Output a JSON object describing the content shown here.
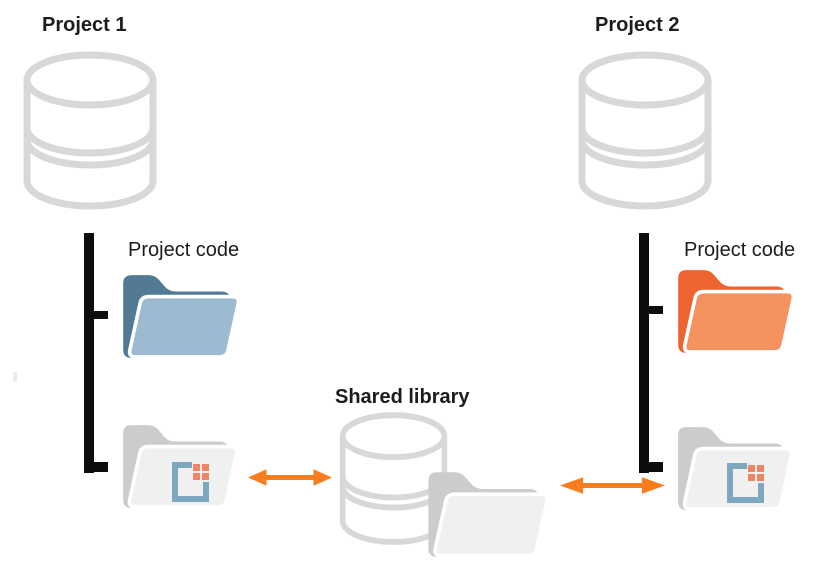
{
  "titles": {
    "project1": "Project 1",
    "project2": "Project 2",
    "shared_library": "Shared library"
  },
  "labels": {
    "project1_code": "Project code",
    "project2_code": "Project code"
  },
  "colors": {
    "text": "#1c1c1c",
    "line": "#0d0d0d",
    "db-stroke": "#d8d8d8",
    "blue-back": "#527a94",
    "blue-front": "#9cbbd0",
    "orange-back": "#ed6430",
    "orange-front": "#f5925f",
    "gray-back": "#cccccc",
    "gray-front": "#f0f0f0",
    "arrow": "#f87d1e",
    "pkg-frame": "#7ea8bf",
    "pkg-square": "#f08566"
  }
}
